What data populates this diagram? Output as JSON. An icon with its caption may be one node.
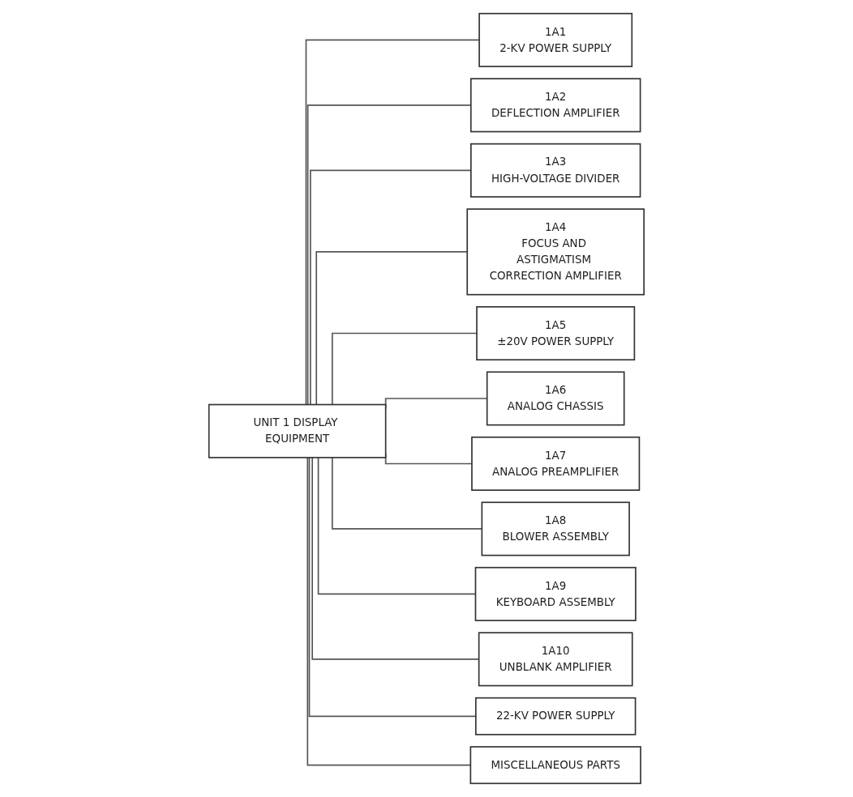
{
  "diagram": {
    "nodes": [
      {
        "text": [
          "UNIT 1 DISPLAY EQUIPMENT"
        ]
      },
      {
        "text": [
          "1A1",
          "2-KV POWER SUPPLY"
        ]
      },
      {
        "text": [
          "1A2",
          "DEFLECTION AMPLIFIER"
        ]
      },
      {
        "text": [
          "1A3",
          "HIGH-VOLTAGE DIVIDER"
        ]
      },
      {
        "text": [
          "1A4",
          "FOCUS AND ASTIGMATISM CORRECTION AMPLIFIER"
        ]
      },
      {
        "text": [
          "1A5",
          "±20V POWER SUPPLY"
        ]
      },
      {
        "text": [
          "1A6",
          "ANALOG CHASSIS"
        ]
      },
      {
        "text": [
          "1A7",
          "ANALOG PREAMPLIFIER"
        ]
      },
      {
        "text": [
          "1A8",
          "BLOWER ASSEMBLY"
        ]
      },
      {
        "text": [
          "1A9",
          "KEYBOARD ASSEMBLY"
        ]
      },
      {
        "text": [
          "1A10",
          "UNBLANK AMPLIFIER"
        ]
      },
      {
        "text": [
          "22-KV POWER SUPPLY"
        ]
      },
      {
        "text": [
          "MISCELLANEOUS PARTS"
        ]
      }
    ],
    "edges": [
      {
        "from": 0,
        "to": 1,
        "arrow": "none"
      },
      {
        "from": 0,
        "to": 2,
        "arrow": "none"
      },
      {
        "from": 0,
        "to": 3,
        "arrow": "none"
      },
      {
        "from": 0,
        "to": 4,
        "arrow": "none"
      },
      {
        "from": 0,
        "to": 5,
        "arrow": "none"
      },
      {
        "from": 0,
        "to": 6,
        "arrow": "none"
      },
      {
        "from": 0,
        "to": 7,
        "arrow": "none"
      },
      {
        "from": 0,
        "to": 8,
        "arrow": "none"
      },
      {
        "from": 0,
        "to": 9,
        "arrow": "none"
      },
      {
        "from": 0,
        "to": 10,
        "arrow": "none"
      },
      {
        "from": 0,
        "to": 11,
        "arrow": "none"
      },
      {
        "from": 0,
        "to": 12,
        "arrow": "none"
      }
    ]
  }
}
